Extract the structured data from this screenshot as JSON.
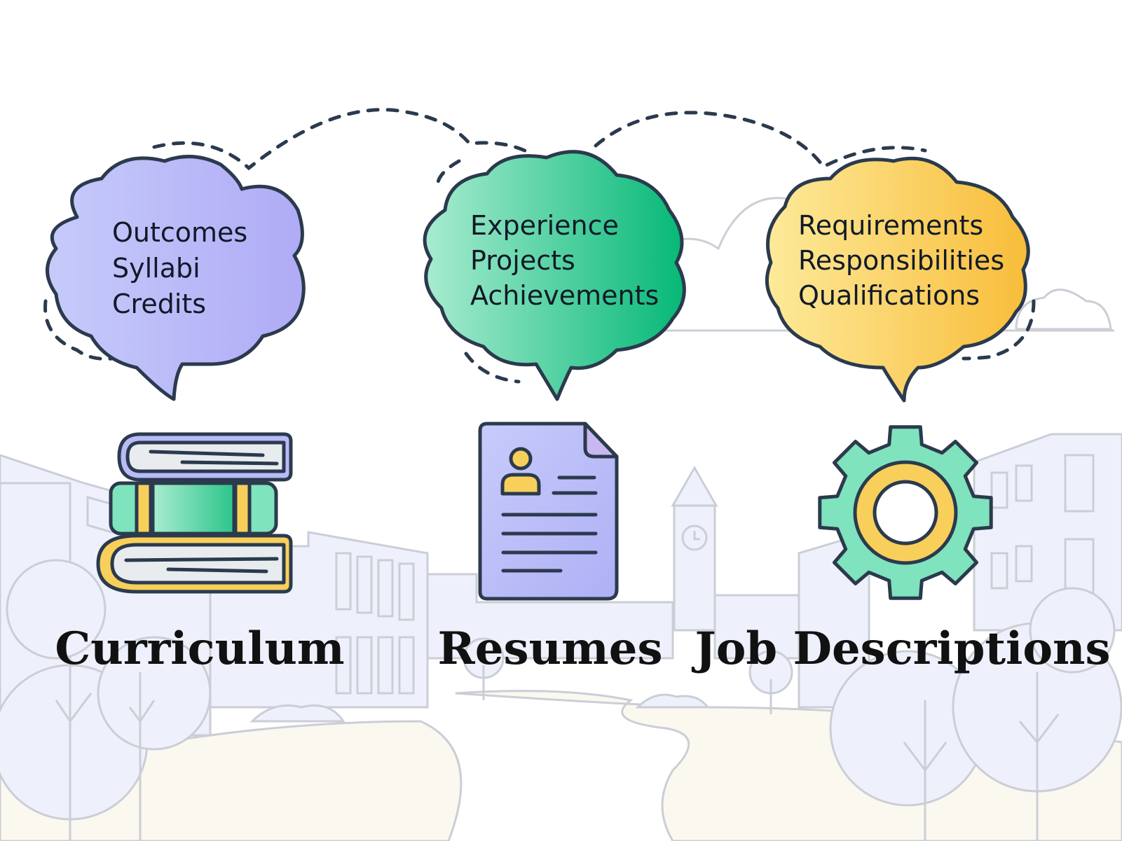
{
  "columns": [
    {
      "key": "curriculum",
      "label": "Curriculum",
      "icon": "books-icon",
      "bubble_items": [
        "Outcomes",
        "Syllabi",
        "Credits"
      ],
      "bubble_gradient": [
        "#c6cbfa",
        "#b0abf6"
      ]
    },
    {
      "key": "resumes",
      "label": "Resumes",
      "icon": "resume-document-icon",
      "bubble_items": [
        "Experience",
        "Projects",
        "Achievements"
      ],
      "bubble_gradient": [
        "#a8ecd0",
        "#06b877"
      ]
    },
    {
      "key": "job-descriptions",
      "label": "Job Descriptions",
      "icon": "gear-icon",
      "bubble_items": [
        "Requirements",
        "Responsibilities",
        "Qualifications"
      ],
      "bubble_gradient": [
        "#fdea9a",
        "#f8bd3a"
      ]
    }
  ],
  "colors": {
    "outline": "#2b3a4d",
    "mint": "#7fe3bd",
    "yellow": "#f7cf5a",
    "lavender": "#b9baf7",
    "scenery_stroke": "#c9ccd4",
    "scenery_fill": "#eef1fb"
  }
}
